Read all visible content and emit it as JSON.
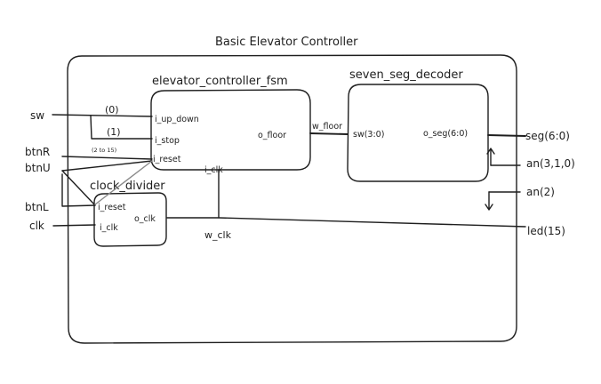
{
  "title": "Basic Elevator Controller",
  "modules": {
    "fsm": {
      "name": "elevator_controller_fsm",
      "ports_in": [
        "i_up_down",
        "i_stop",
        "i_reset",
        "i_clk"
      ],
      "port_out": "o_floor"
    },
    "decoder": {
      "name": "seven_seg_decoder",
      "port_in": "sw(3:0)",
      "port_out": "o_seg(6:0)"
    },
    "divider": {
      "name": "clock_divider",
      "port_reset": "i_reset",
      "port_clk": "i_clk",
      "port_out": "o_clk"
    }
  },
  "external_inputs": {
    "sw": "sw",
    "btnR": "btnR",
    "btnU": "btnU",
    "btnL": "btnL",
    "clk": "clk"
  },
  "external_outputs": {
    "seg": "seg(6:0)",
    "an_on": "an(3,1,0)",
    "an_off": "an(2)",
    "led": "led(15)"
  },
  "wires": {
    "w_floor": "w_floor",
    "w_clk": "w_clk",
    "sw0": "(0)",
    "sw1": "(1)",
    "sw_range": "(2 to 15)"
  },
  "colors": {
    "ink": "#1e1e1e",
    "reset_wire": "#8a8a8a",
    "background": "#ffffff"
  }
}
